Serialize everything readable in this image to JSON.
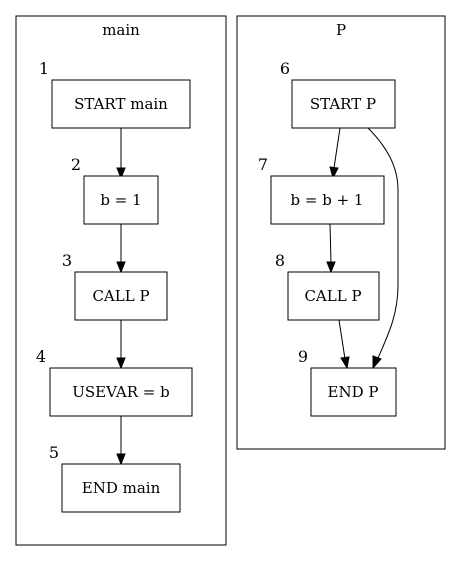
{
  "clusters": {
    "main": {
      "title": "main"
    },
    "p": {
      "title": "P"
    }
  },
  "nodes": {
    "n1": {
      "num": "1",
      "label": "START main"
    },
    "n2": {
      "num": "2",
      "label": "b = 1"
    },
    "n3": {
      "num": "3",
      "label": "CALL P"
    },
    "n4": {
      "num": "4",
      "label": "USEVAR = b"
    },
    "n5": {
      "num": "5",
      "label": "END main"
    },
    "n6": {
      "num": "6",
      "label": "START P"
    },
    "n7": {
      "num": "7",
      "label": "b = b + 1"
    },
    "n8": {
      "num": "8",
      "label": "CALL P"
    },
    "n9": {
      "num": "9",
      "label": "END P"
    }
  },
  "edges": [
    {
      "from": "1",
      "to": "2"
    },
    {
      "from": "2",
      "to": "3"
    },
    {
      "from": "3",
      "to": "4"
    },
    {
      "from": "4",
      "to": "5"
    },
    {
      "from": "6",
      "to": "7"
    },
    {
      "from": "7",
      "to": "8"
    },
    {
      "from": "8",
      "to": "9"
    },
    {
      "from": "6",
      "to": "9"
    }
  ]
}
